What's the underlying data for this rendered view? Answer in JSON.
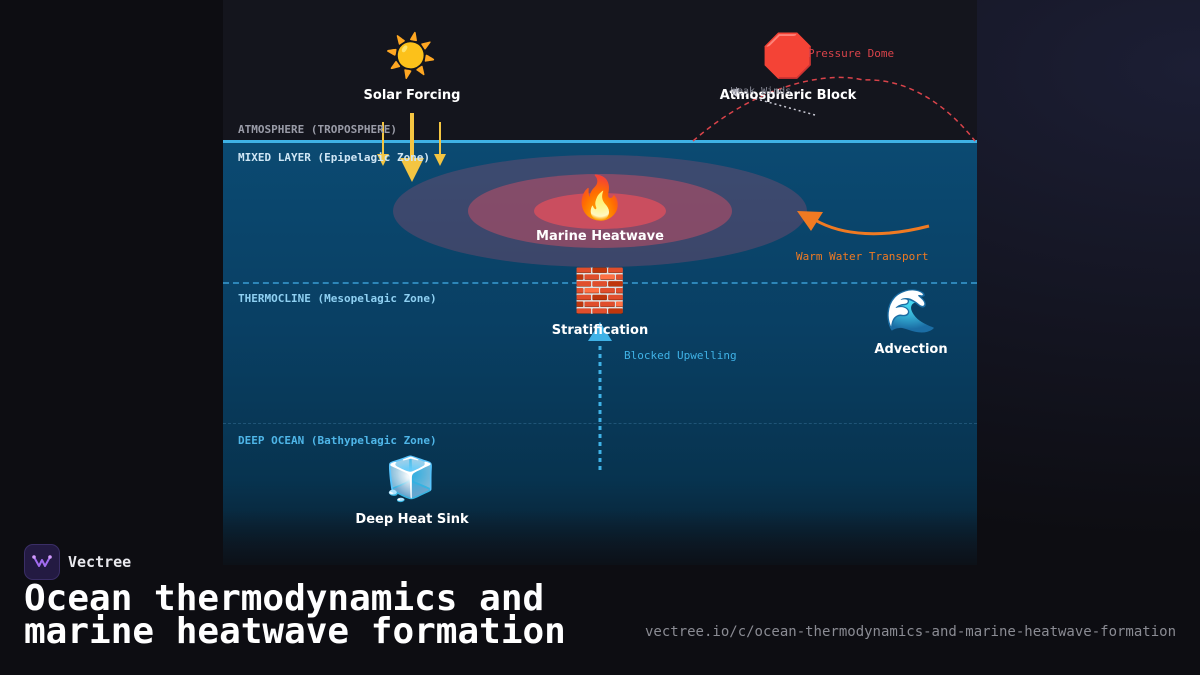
{
  "diagram": {
    "zones": {
      "atmosphere": "ATMOSPHERE (TROPOSPHERE)",
      "mixed_layer": "MIXED LAYER (Epipelagic Zone)",
      "thermocline": "THERMOCLINE (Mesopelagic Zone)",
      "deep_ocean": "DEEP OCEAN (Bathypelagic Zone)"
    },
    "nodes": {
      "solar": {
        "icon": "sun-icon",
        "glyph": "☀️",
        "label": "Solar Forcing"
      },
      "block": {
        "icon": "stop-sign-icon",
        "glyph": "🛑",
        "label": "Atmospheric Block"
      },
      "heatwave": {
        "icon": "fire-icon",
        "glyph": "🔥",
        "label": "Marine Heatwave"
      },
      "stratification": {
        "icon": "brick-wall-icon",
        "glyph": "🧱",
        "label": "Stratification"
      },
      "advection": {
        "icon": "wave-icon",
        "glyph": "🌊",
        "label": "Advection"
      },
      "deep_sink": {
        "icon": "ice-cube-icon",
        "glyph": "🧊",
        "label": "Deep Heat Sink"
      }
    },
    "annotations": {
      "pressure_dome": "Pressure Dome",
      "weak_winds": "Weak Winds",
      "warm_transport": "Warm Water Transport",
      "blocked_upwelling": "Blocked Upwelling"
    },
    "colors": {
      "atmosphere_label": "#9a9ca8",
      "mixed_label": "#cfe6f5",
      "thermo_label": "#8fd0f2",
      "deep_label": "#4fb6e8",
      "solar": "#f4c542",
      "pressure": "#d9434a",
      "transport": "#f07a22",
      "upwelling": "#3fb2e6"
    }
  },
  "brand": {
    "name": "Vectree",
    "icon": "vectree-logo-icon"
  },
  "footer": {
    "title": "Ocean thermodynamics and marine heatwave formation",
    "url": "vectree.io/c/ocean-thermodynamics-and-marine-heatwave-formation"
  }
}
